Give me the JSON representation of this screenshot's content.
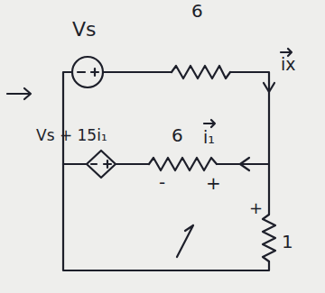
{
  "diagram": {
    "labels": [
      "Vs",
      "6",
      "ix",
      "Vs + 15i₁",
      "6",
      "i₁",
      "-",
      "+",
      "+",
      "1"
    ]
  }
}
